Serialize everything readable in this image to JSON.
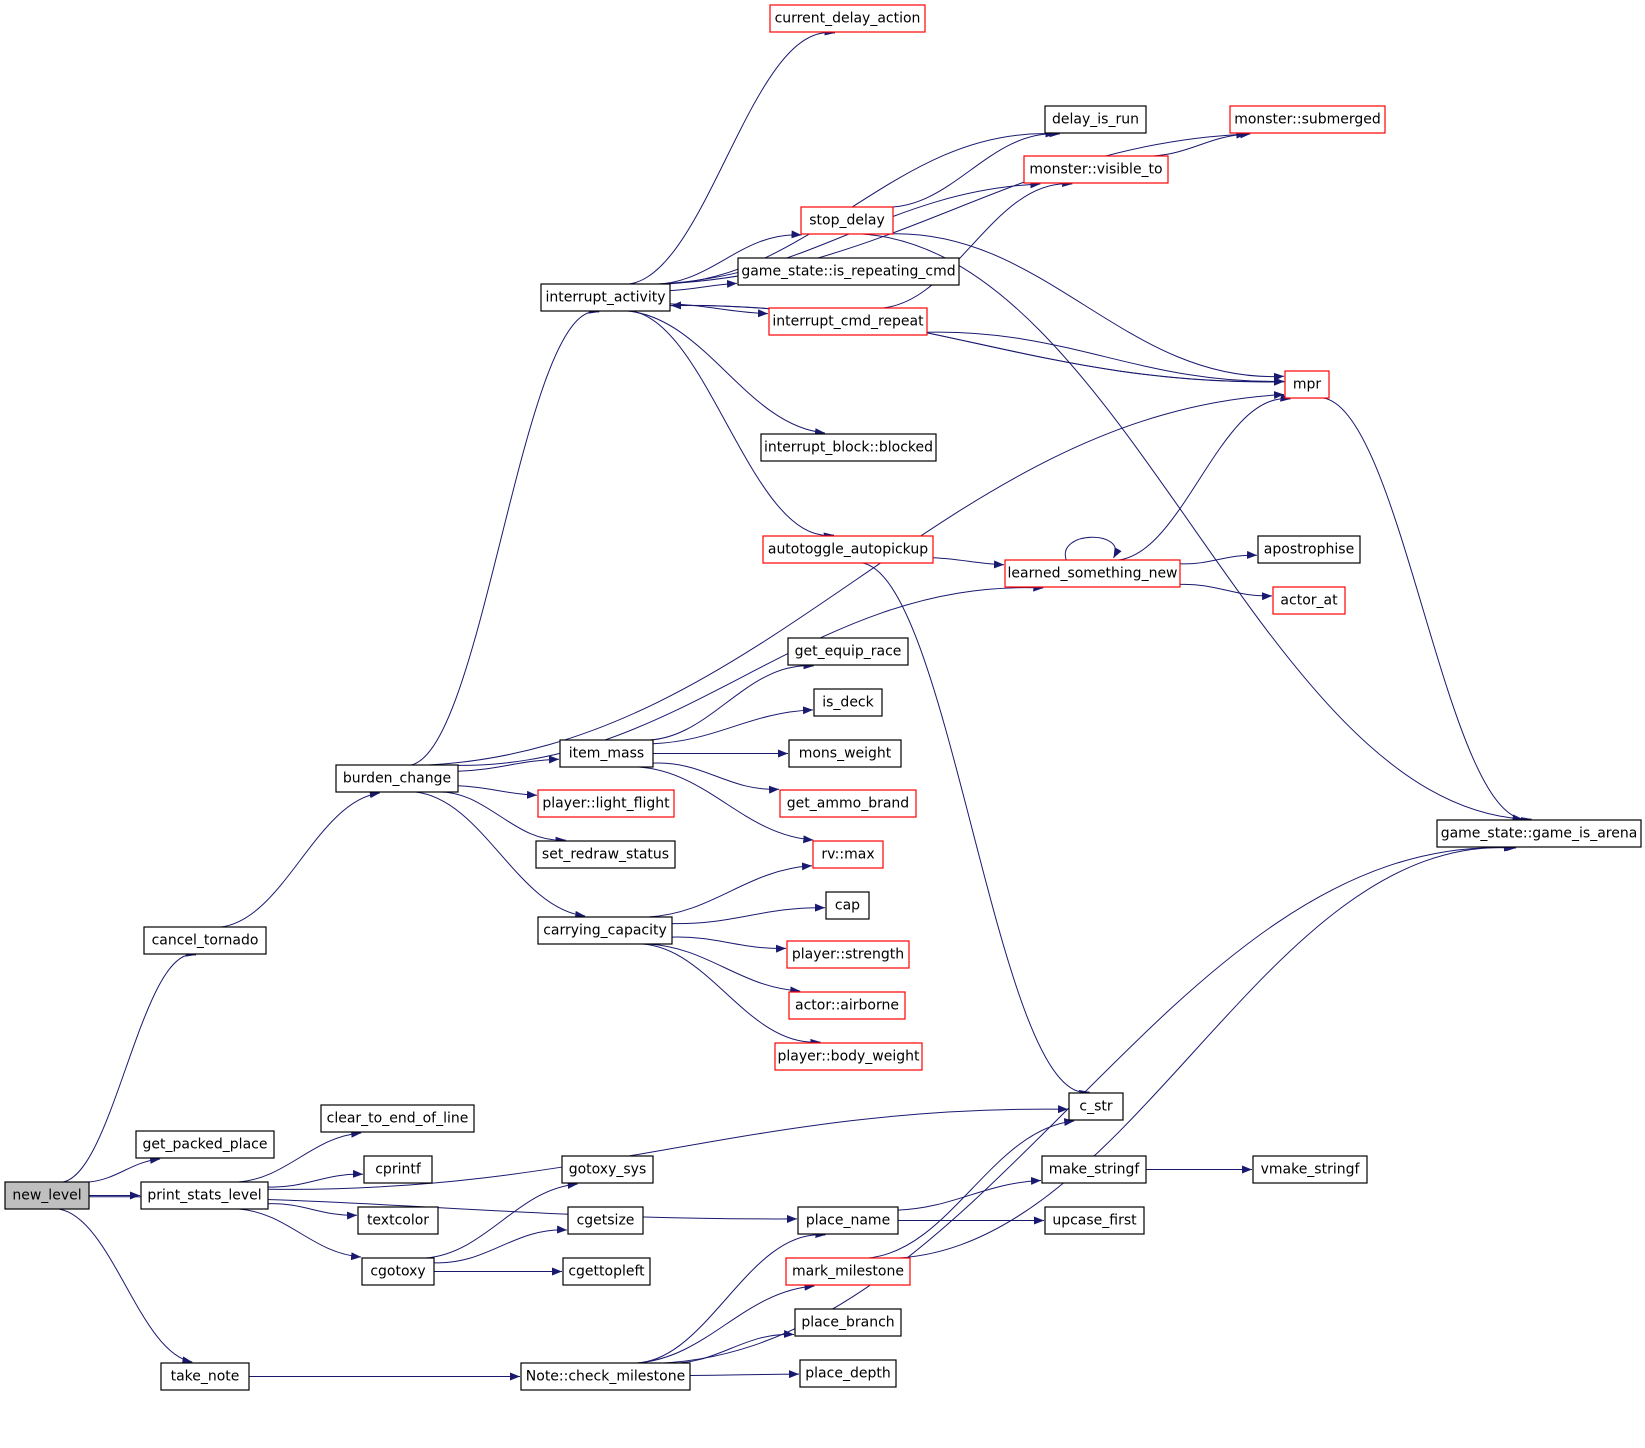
{
  "colors": {
    "edge": "#191970",
    "node_border": "#000000",
    "node_border_truncated": "#ff0000",
    "root_fill": "#bfbfbf",
    "background": "#ffffff"
  },
  "nodes": [
    {
      "id": "new_level",
      "label": "new_level",
      "style": "root"
    },
    {
      "id": "cancel_tornado",
      "label": "cancel_tornado",
      "style": "black"
    },
    {
      "id": "get_packed_place",
      "label": "get_packed_place",
      "style": "black"
    },
    {
      "id": "print_stats_level",
      "label": "print_stats_level",
      "style": "black"
    },
    {
      "id": "take_note",
      "label": "take_note",
      "style": "black"
    },
    {
      "id": "burden_change",
      "label": "burden_change",
      "style": "black"
    },
    {
      "id": "interrupt_activity",
      "label": "interrupt_activity",
      "style": "black"
    },
    {
      "id": "item_mass",
      "label": "item_mass",
      "style": "black"
    },
    {
      "id": "player_light_flight",
      "label": "player::light_flight",
      "style": "red"
    },
    {
      "id": "set_redraw_status",
      "label": "set_redraw_status",
      "style": "black"
    },
    {
      "id": "carrying_capacity",
      "label": "carrying_capacity",
      "style": "black"
    },
    {
      "id": "clear_to_end_of_line",
      "label": "clear_to_end_of_line",
      "style": "black"
    },
    {
      "id": "cprintf",
      "label": "cprintf",
      "style": "black"
    },
    {
      "id": "textcolor",
      "label": "textcolor",
      "style": "black"
    },
    {
      "id": "cgotoxy",
      "label": "cgotoxy",
      "style": "black"
    },
    {
      "id": "gotoxy_sys",
      "label": "gotoxy_sys",
      "style": "black"
    },
    {
      "id": "cgetsize",
      "label": "cgetsize",
      "style": "black"
    },
    {
      "id": "cgettopleft",
      "label": "cgettopleft",
      "style": "black"
    },
    {
      "id": "note_check_milestone",
      "label": "Note::check_milestone",
      "style": "black"
    },
    {
      "id": "current_delay_action",
      "label": "current_delay_action",
      "style": "red"
    },
    {
      "id": "delay_is_run",
      "label": "delay_is_run",
      "style": "black"
    },
    {
      "id": "monster_visible_to",
      "label": "monster::visible_to",
      "style": "red"
    },
    {
      "id": "stop_delay",
      "label": "stop_delay",
      "style": "red"
    },
    {
      "id": "game_state_is_repeating_cmd",
      "label": "game_state::is_repeating_cmd",
      "style": "black"
    },
    {
      "id": "interrupt_cmd_repeat",
      "label": "interrupt_cmd_repeat",
      "style": "red"
    },
    {
      "id": "interrupt_block_blocked",
      "label": "interrupt_block::blocked",
      "style": "black"
    },
    {
      "id": "autotoggle_autopickup",
      "label": "autotoggle_autopickup",
      "style": "red"
    },
    {
      "id": "get_equip_race",
      "label": "get_equip_race",
      "style": "black"
    },
    {
      "id": "is_deck",
      "label": "is_deck",
      "style": "black"
    },
    {
      "id": "mons_weight",
      "label": "mons_weight",
      "style": "black"
    },
    {
      "id": "get_ammo_brand",
      "label": "get_ammo_brand",
      "style": "red"
    },
    {
      "id": "rv_max",
      "label": "rv::max",
      "style": "red"
    },
    {
      "id": "cap",
      "label": "cap",
      "style": "black"
    },
    {
      "id": "player_strength",
      "label": "player::strength",
      "style": "red"
    },
    {
      "id": "actor_airborne",
      "label": "actor::airborne",
      "style": "red"
    },
    {
      "id": "player_body_weight",
      "label": "player::body_weight",
      "style": "red"
    },
    {
      "id": "place_name",
      "label": "place_name",
      "style": "black"
    },
    {
      "id": "mark_milestone",
      "label": "mark_milestone",
      "style": "red"
    },
    {
      "id": "place_branch",
      "label": "place_branch",
      "style": "black"
    },
    {
      "id": "place_depth",
      "label": "place_depth",
      "style": "black"
    },
    {
      "id": "monster_submerged",
      "label": "monster::submerged",
      "style": "red"
    },
    {
      "id": "mpr",
      "label": "mpr",
      "style": "red"
    },
    {
      "id": "learned_something_new",
      "label": "learned_something_new",
      "style": "red"
    },
    {
      "id": "apostrophise",
      "label": "apostrophise",
      "style": "black"
    },
    {
      "id": "actor_at",
      "label": "actor_at",
      "style": "red"
    },
    {
      "id": "c_str",
      "label": "c_str",
      "style": "black"
    },
    {
      "id": "make_stringf",
      "label": "make_stringf",
      "style": "black"
    },
    {
      "id": "vmake_stringf",
      "label": "vmake_stringf",
      "style": "black"
    },
    {
      "id": "upcase_first",
      "label": "upcase_first",
      "style": "black"
    },
    {
      "id": "game_state_game_is_arena",
      "label": "game_state::game_is_arena",
      "style": "black"
    }
  ],
  "edges": [
    {
      "from": "new_level",
      "to": "cancel_tornado"
    },
    {
      "from": "new_level",
      "to": "get_packed_place"
    },
    {
      "from": "new_level",
      "to": "print_stats_level"
    },
    {
      "from": "new_level",
      "to": "place_name"
    },
    {
      "from": "new_level",
      "to": "take_note"
    },
    {
      "from": "cancel_tornado",
      "to": "burden_change"
    },
    {
      "from": "print_stats_level",
      "to": "c_str"
    },
    {
      "from": "print_stats_level",
      "to": "clear_to_end_of_line"
    },
    {
      "from": "print_stats_level",
      "to": "cprintf"
    },
    {
      "from": "print_stats_level",
      "to": "textcolor"
    },
    {
      "from": "print_stats_level",
      "to": "cgotoxy"
    },
    {
      "from": "take_note",
      "to": "note_check_milestone"
    },
    {
      "from": "burden_change",
      "to": "interrupt_activity"
    },
    {
      "from": "burden_change",
      "to": "mpr"
    },
    {
      "from": "burden_change",
      "to": "learned_something_new"
    },
    {
      "from": "burden_change",
      "to": "item_mass"
    },
    {
      "from": "burden_change",
      "to": "player_light_flight"
    },
    {
      "from": "burden_change",
      "to": "set_redraw_status"
    },
    {
      "from": "burden_change",
      "to": "carrying_capacity"
    },
    {
      "from": "cgotoxy",
      "to": "gotoxy_sys"
    },
    {
      "from": "cgotoxy",
      "to": "cgetsize"
    },
    {
      "from": "cgotoxy",
      "to": "cgettopleft"
    },
    {
      "from": "interrupt_activity",
      "to": "current_delay_action"
    },
    {
      "from": "interrupt_activity",
      "to": "monster_submerged"
    },
    {
      "from": "interrupt_activity",
      "to": "delay_is_run"
    },
    {
      "from": "interrupt_activity",
      "to": "monster_visible_to"
    },
    {
      "from": "interrupt_activity",
      "to": "stop_delay"
    },
    {
      "from": "interrupt_activity",
      "to": "game_state_is_repeating_cmd"
    },
    {
      "from": "interrupt_activity",
      "to": "interrupt_cmd_repeat"
    },
    {
      "from": "interrupt_activity",
      "to": "mpr"
    },
    {
      "from": "interrupt_activity",
      "to": "interrupt_block_blocked"
    },
    {
      "from": "interrupt_activity",
      "to": "autotoggle_autopickup"
    },
    {
      "from": "stop_delay",
      "to": "delay_is_run"
    },
    {
      "from": "stop_delay",
      "to": "mpr"
    },
    {
      "from": "stop_delay",
      "to": "game_state_game_is_arena"
    },
    {
      "from": "monster_visible_to",
      "to": "monster_submerged"
    },
    {
      "from": "interrupt_cmd_repeat",
      "to": "monster_visible_to"
    },
    {
      "from": "interrupt_cmd_repeat",
      "to": "mpr"
    },
    {
      "from": "mpr",
      "to": "interrupt_activity"
    },
    {
      "from": "mpr",
      "to": "game_state_game_is_arena"
    },
    {
      "from": "autotoggle_autopickup",
      "to": "learned_something_new"
    },
    {
      "from": "autotoggle_autopickup",
      "to": "c_str"
    },
    {
      "from": "learned_something_new",
      "to": "mpr"
    },
    {
      "from": "learned_something_new",
      "to": "learned_something_new"
    },
    {
      "from": "learned_something_new",
      "to": "apostrophise"
    },
    {
      "from": "learned_something_new",
      "to": "actor_at"
    },
    {
      "from": "item_mass",
      "to": "get_equip_race"
    },
    {
      "from": "item_mass",
      "to": "is_deck"
    },
    {
      "from": "item_mass",
      "to": "mons_weight"
    },
    {
      "from": "item_mass",
      "to": "get_ammo_brand"
    },
    {
      "from": "item_mass",
      "to": "rv_max"
    },
    {
      "from": "carrying_capacity",
      "to": "rv_max"
    },
    {
      "from": "carrying_capacity",
      "to": "cap"
    },
    {
      "from": "carrying_capacity",
      "to": "player_strength"
    },
    {
      "from": "carrying_capacity",
      "to": "actor_airborne"
    },
    {
      "from": "carrying_capacity",
      "to": "player_body_weight"
    },
    {
      "from": "note_check_milestone",
      "to": "place_name"
    },
    {
      "from": "note_check_milestone",
      "to": "mark_milestone"
    },
    {
      "from": "note_check_milestone",
      "to": "place_branch"
    },
    {
      "from": "note_check_milestone",
      "to": "place_depth"
    },
    {
      "from": "note_check_milestone",
      "to": "game_state_game_is_arena"
    },
    {
      "from": "place_name",
      "to": "make_stringf"
    },
    {
      "from": "place_name",
      "to": "upcase_first"
    },
    {
      "from": "mark_milestone",
      "to": "c_str"
    },
    {
      "from": "mark_milestone",
      "to": "game_state_game_is_arena"
    },
    {
      "from": "make_stringf",
      "to": "vmake_stringf"
    }
  ]
}
